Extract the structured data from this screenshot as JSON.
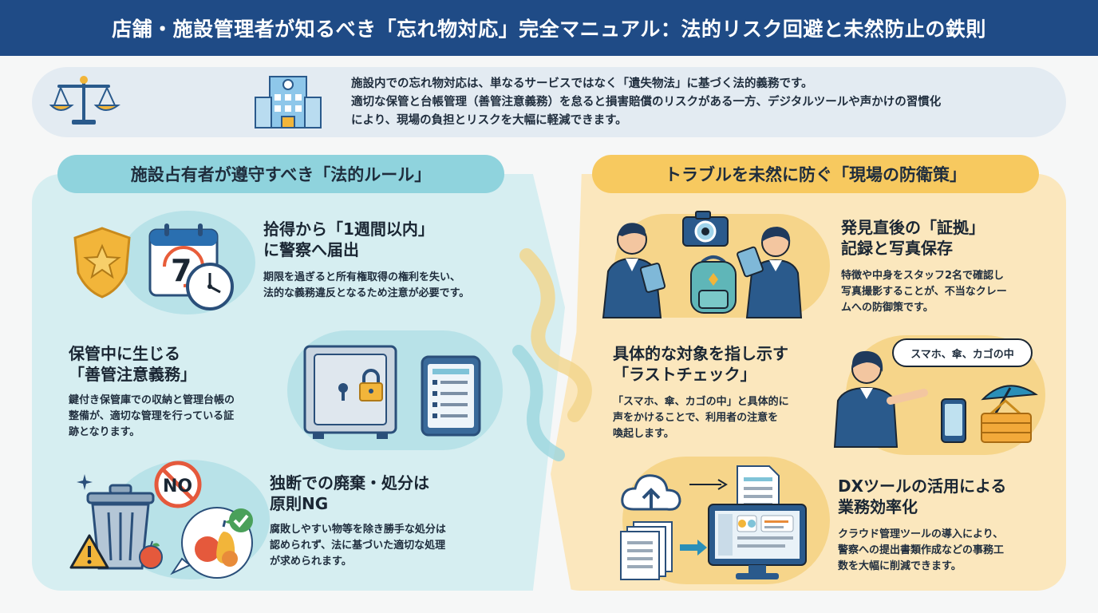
{
  "header": {
    "title": "店舗・施設管理者が知るべき「忘れ物対応」完全マニュアル：法的リスク回避と未然防止の鉄則"
  },
  "intro": {
    "lines": [
      "施設内での忘れ物対応は、単なるサービスではなく「遺失物法」に基づく法的義務です。",
      "適切な保管と台帳管理（善管注意義務）を怠ると損害賠償のリスクがある一方、デジタルツールや声かけの習慣化",
      "により、現場の負担とリスクを大幅に軽減できます。"
    ]
  },
  "left_section": {
    "heading": "施設占有者が遵守すべき「法的ルール」",
    "items": [
      {
        "title_lines": [
          "拾得から「1週間以内」",
          "に警察へ届出"
        ],
        "desc_lines": [
          "期限を過ぎると所有権取得の権利を失い、",
          "法的な義務違反となるため注意が必要です。"
        ],
        "calendar_number": "7"
      },
      {
        "title_lines": [
          "保管中に生じる",
          "「善管注意義務」"
        ],
        "desc_lines": [
          "鍵付き保管庫での収納と管理台帳の",
          "整備が、適切な管理を行っている証",
          "跡となります。"
        ]
      },
      {
        "title_lines": [
          "独断での廃棄・処分は",
          "原則NG"
        ],
        "desc_lines": [
          "腐敗しやすい物等を除き勝手な処分は",
          "認められず、法に基づいた適切な処理",
          "が求められます。"
        ],
        "no_label": "NO"
      }
    ]
  },
  "right_section": {
    "heading": "トラブルを未然に防ぐ「現場の防衛策」",
    "items": [
      {
        "title_lines": [
          "発見直後の「証拠」",
          "記録と写真保存"
        ],
        "desc_lines": [
          "特徴や中身をスタッフ2名で確認し",
          "写真撮影することが、不当なクレー",
          "ムへの防御策です。"
        ]
      },
      {
        "title_lines": [
          "具体的な対象を指し示す",
          "「ラストチェック」"
        ],
        "desc_lines": [
          "「スマホ、傘、カゴの中」と具体的に",
          "声をかけることで、利用者の注意を",
          "喚起します。"
        ],
        "bubble": "スマホ、傘、カゴの中"
      },
      {
        "title_lines": [
          "DXツールの活用による",
          "業務効率化"
        ],
        "desc_lines": [
          "クラウド管理ツールの導入により、",
          "警察への提出書類作成などの事務工",
          "数を大幅に削減できます。"
        ]
      }
    ]
  },
  "colors": {
    "header_bg": "#1f4b86",
    "left_accent": "#8fd3dd",
    "right_accent": "#f7c95f",
    "left_panel": "#d6eef1",
    "right_panel": "#fbe7bd"
  },
  "icons": [
    "scales-icon",
    "building-icon",
    "badge-icon",
    "calendar-icon",
    "clock-icon",
    "safe-icon",
    "lock-icon",
    "tablet-icon",
    "trash-icon",
    "no-sign-icon",
    "warning-icon",
    "fruit-icon",
    "check-icon",
    "camera-icon",
    "staff-icon",
    "backpack-icon",
    "smartphone-icon",
    "umbrella-icon",
    "basket-icon",
    "cloud-icon",
    "document-icon",
    "monitor-icon"
  ]
}
